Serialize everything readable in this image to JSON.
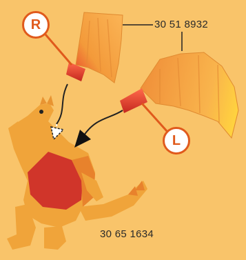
{
  "wings_code": "30 51 8932",
  "dragon_code": "30 65 1634",
  "badge_right": "R",
  "badge_left": "L",
  "colors": {
    "background": "#f9c46a",
    "badge_border": "#e05a1c",
    "wing_orange": "#f7a441",
    "wing_red": "#e8432a",
    "dragon_orange": "#f0a43a",
    "dragon_red": "#d0352a"
  }
}
